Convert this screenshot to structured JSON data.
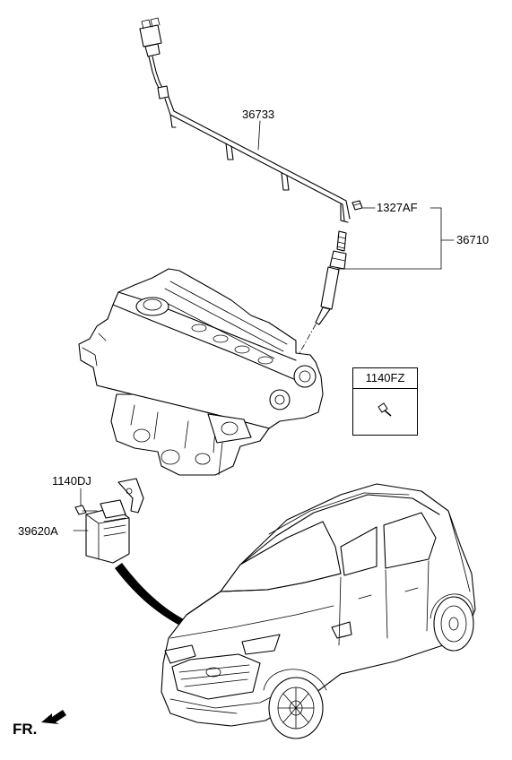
{
  "labels": {
    "harness": "36733",
    "nut": "1327AF",
    "glow_plug": "36710",
    "screw_box": "1140FZ",
    "bolt": "1140DJ",
    "controller": "39620A"
  },
  "direction_marker": "FR."
}
